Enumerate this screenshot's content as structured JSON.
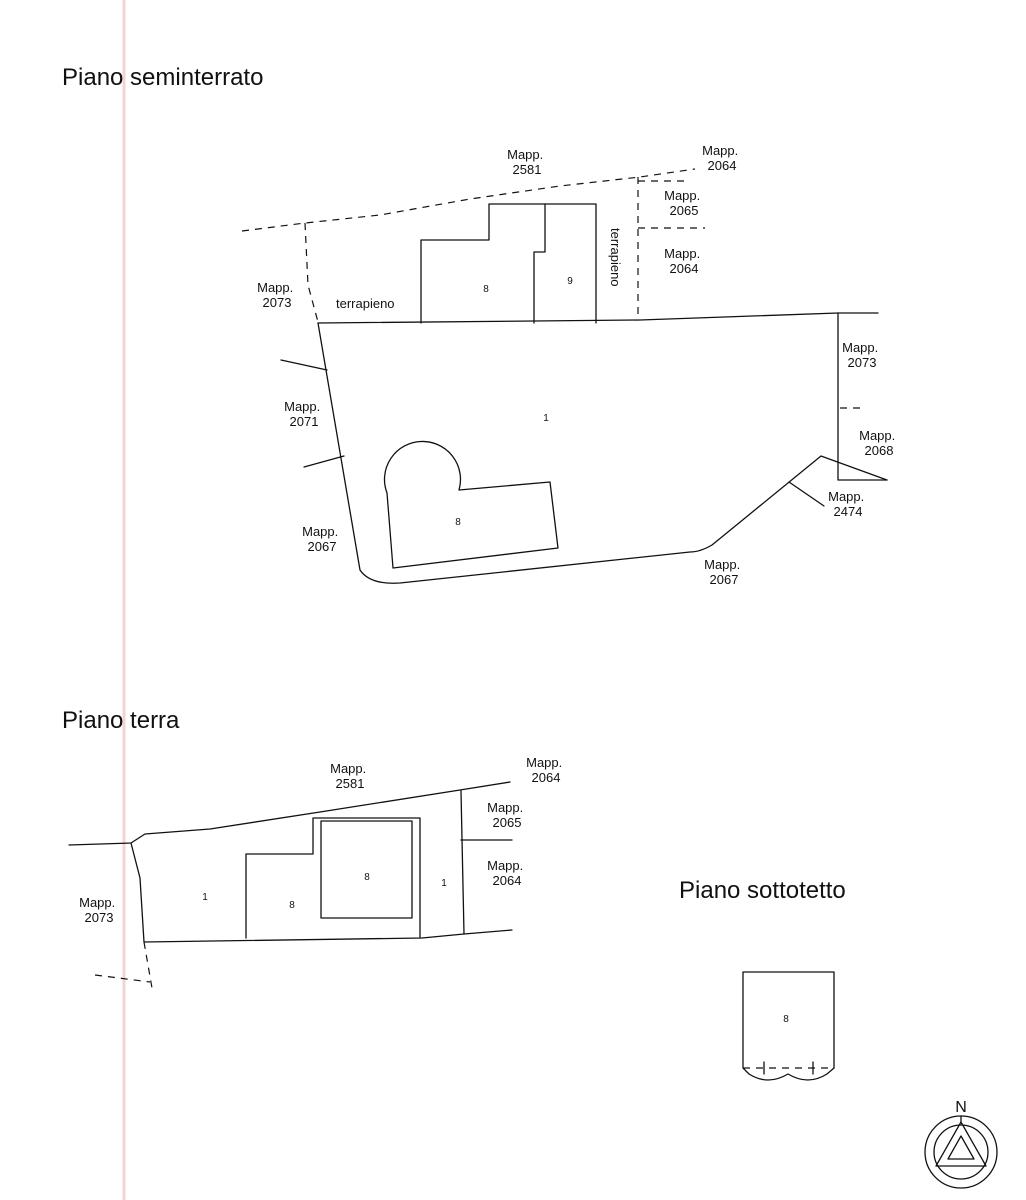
{
  "titles": {
    "seminterrato": "Piano seminterrato",
    "terra": "Piano terra",
    "sottotetto": "Piano sottotetto"
  },
  "seminterrato": {
    "mapp_2581": [
      "Mapp.",
      "2581"
    ],
    "mapp_2064_top": [
      "Mapp.",
      "2064"
    ],
    "mapp_2065": [
      "Mapp.",
      "2065"
    ],
    "mapp_2064_mid": [
      "Mapp.",
      "2064"
    ],
    "mapp_2073_left": [
      "Mapp.",
      "2073"
    ],
    "mapp_2073_right": [
      "Mapp.",
      "2073"
    ],
    "mapp_2071": [
      "Mapp.",
      "2071"
    ],
    "mapp_2068": [
      "Mapp.",
      "2068"
    ],
    "mapp_2474": [
      "Mapp.",
      "2474"
    ],
    "mapp_2067_left": [
      "Mapp.",
      "2067"
    ],
    "mapp_2067_bottom": [
      "Mapp.",
      "2067"
    ],
    "terrapieno_h": "terrapieno",
    "terrapieno_v": "terrapieno",
    "unit_8_upper": "8",
    "unit_9": "9",
    "unit_1": "1",
    "unit_8_lower": "8"
  },
  "terra": {
    "mapp_2581": [
      "Mapp.",
      "2581"
    ],
    "mapp_2064_top": [
      "Mapp.",
      "2064"
    ],
    "mapp_2065": [
      "Mapp.",
      "2065"
    ],
    "mapp_2064_mid": [
      "Mapp.",
      "2064"
    ],
    "mapp_2073": [
      "Mapp.",
      "2073"
    ],
    "unit_1_left": "1",
    "unit_8_left": "8",
    "unit_8_inner": "8",
    "unit_1_right": "1"
  },
  "sottotetto": {
    "unit_8": "8"
  },
  "compass": {
    "north_label": "N"
  }
}
